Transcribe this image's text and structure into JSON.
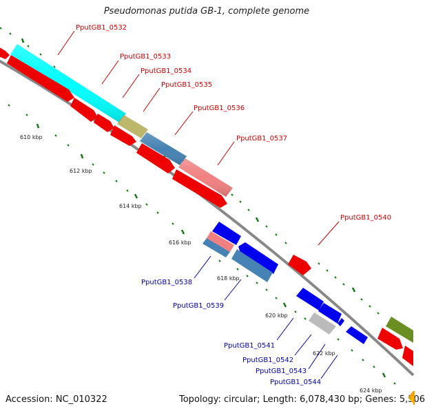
{
  "title": "Pseudomonas putida GB-1, complete genome",
  "accession": "Accession: NC_010322",
  "topology": "Topology: circular; Length: 6,078,430 bp; Genes: 5,506",
  "kbp_labels": [
    "610 kbp",
    "612 kbp",
    "614 kbp",
    "616 kbp",
    "618 kbp",
    "620 kbp",
    "622 kbp",
    "624 kbp"
  ],
  "gene_labels_top": [
    "PputGB1_0532",
    "PputGB1_0533",
    "PputGB1_0534",
    "PputGB1_0535",
    "PputGB1_0536",
    "PputGB1_0537",
    "PputGB1_0540"
  ],
  "gene_labels_bottom": [
    "PputGB1_0538",
    "PputGB1_0539",
    "PputGB1_0541",
    "PputGB1_0542",
    "PputGB1_0543",
    "PputGB1_0544"
  ],
  "colors": {
    "forward_label": "#cc0000",
    "reverse_label": "#0000aa",
    "red": "#ee0000",
    "cyan": "#00ffff",
    "khaki": "#bdb76b",
    "steelblue": "#4682b4",
    "pink": "#f08080",
    "blue": "#0000ee",
    "grey": "#bbbbbb",
    "olive": "#6b8e23",
    "tick": "#117711",
    "backbone": "#888888"
  }
}
